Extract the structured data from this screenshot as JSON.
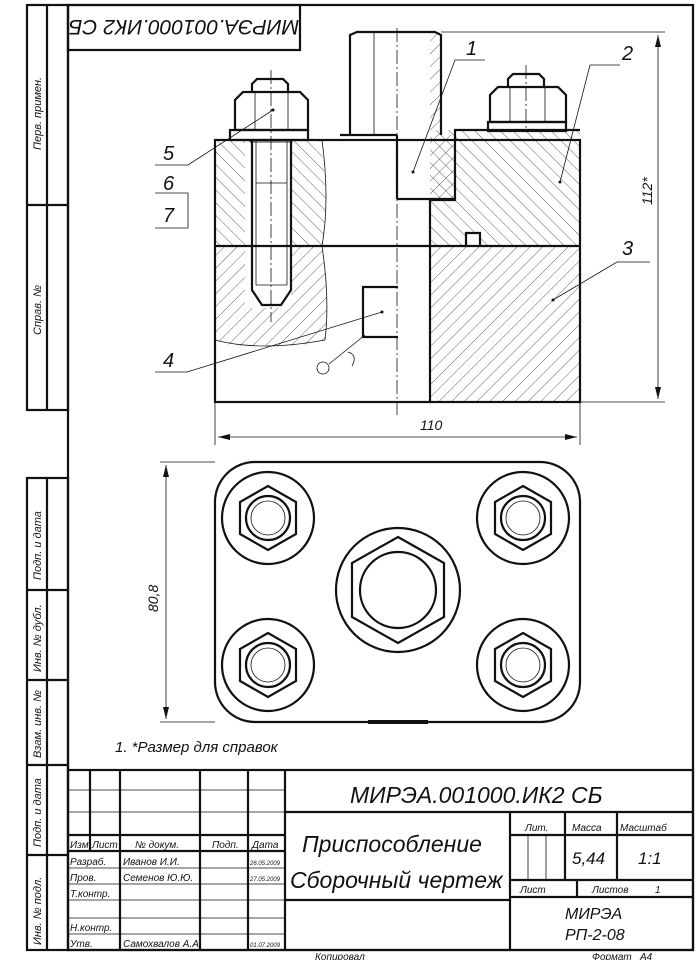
{
  "stamp_top": "МИРЭА.001000.ИК2 СБ",
  "side_labels": {
    "perv_primen": "Перв. примен.",
    "sprav_no": "Справ. №",
    "podp_data_1": "Подп. и дата",
    "inv_dubl": "Инв. № дубл.",
    "vzam_inv": "Взам. инв. №",
    "podp_data_2": "Подп. и дата",
    "inv_podl": "Инв. № подл."
  },
  "callouts": [
    "1",
    "2",
    "3",
    "4",
    "5",
    "6",
    "7"
  ],
  "dimensions": {
    "width": "110",
    "height": "112*",
    "plate": "80,8"
  },
  "note": "1.  *Размер для справок",
  "title_block": {
    "designation": "МИРЭА.001000.ИК2 СБ",
    "title_line1": "Приспособление",
    "title_line2": "Сборочный чертеж",
    "headers": {
      "izm": "Изм.",
      "list": "Лист",
      "doc_no": "№ докум.",
      "podp": "Подп.",
      "data": "Дата"
    },
    "rows": [
      {
        "role": "Разраб.",
        "name": "Иванов И.И.",
        "date": "26.05.2009"
      },
      {
        "role": "Пров.",
        "name": "Семенов Ю.Ю.",
        "date": "27.05.2009"
      },
      {
        "role": "Т.контр.",
        "name": "",
        "date": ""
      },
      {
        "role": "Н.контр.",
        "name": "",
        "date": ""
      },
      {
        "role": "Утв.",
        "name": "Самохвалов А.А.",
        "date": "01.07.2009"
      }
    ],
    "lit_label": "Лит.",
    "mass_label": "Масса",
    "scale_label": "Масштаб",
    "mass": "5,44",
    "scale": "1:1",
    "sheet_label": "Лист",
    "sheets_label": "Листов",
    "sheets": "1",
    "org_line1": "МИРЭА",
    "org_line2": "РП-2-08"
  },
  "footer": {
    "copied": "Копировал",
    "format_label": "Формат",
    "format": "А4"
  }
}
